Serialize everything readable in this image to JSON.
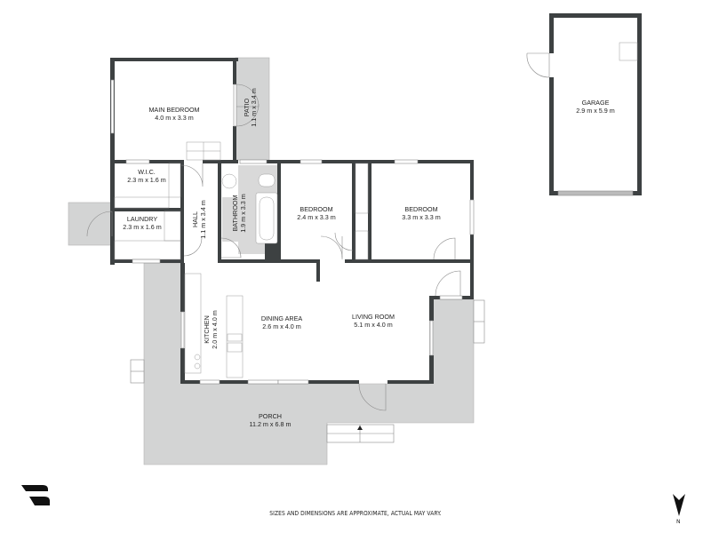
{
  "plan": {
    "colors": {
      "wall": "#3d4142",
      "outdoor": "#d3d4d4",
      "floor": "#ffffff",
      "fixture_line": "#9a9a9a",
      "text": "#222222"
    },
    "rooms": [
      {
        "id": "main-bedroom",
        "name": "MAIN BEDROOM",
        "size": "4.0 m x 3.3 m"
      },
      {
        "id": "patio",
        "name": "PATIO",
        "size": "1.1 m x 3.4 m"
      },
      {
        "id": "wic",
        "name": "W.I.C.",
        "size": "2.3 m x 1.6 m"
      },
      {
        "id": "laundry",
        "name": "LAUNDRY",
        "size": "2.3 m x 1.6 m"
      },
      {
        "id": "hall",
        "name": "HALL",
        "size": "1.1 m x 3.4 m"
      },
      {
        "id": "bathroom",
        "name": "BATHROOM",
        "size": "1.9 m x 3.3 m"
      },
      {
        "id": "bedroom-2",
        "name": "BEDROOM",
        "size": "2.4 m x 3.3 m"
      },
      {
        "id": "bedroom-3",
        "name": "BEDROOM",
        "size": "3.3 m x 3.3 m"
      },
      {
        "id": "kitchen",
        "name": "KITCHEN",
        "size": "2.0 m x 4.0 m"
      },
      {
        "id": "dining",
        "name": "DINING AREA",
        "size": "2.6 m x 4.0 m"
      },
      {
        "id": "living",
        "name": "LIVING ROOM",
        "size": "5.1 m x 4.0 m"
      },
      {
        "id": "porch",
        "name": "PORCH",
        "size": "11.2 m x 6.8 m"
      },
      {
        "id": "garage",
        "name": "GARAGE",
        "size": "2.9 m x 5.9 m"
      }
    ]
  },
  "footer": {
    "disclaimer": "SIZES AND DIMENSIONS ARE APPROXIMATE, ACTUAL MAY VARY.",
    "north_label": "N",
    "logo_icon": "brand-logo-icon",
    "compass_icon": "north-arrow-icon"
  }
}
